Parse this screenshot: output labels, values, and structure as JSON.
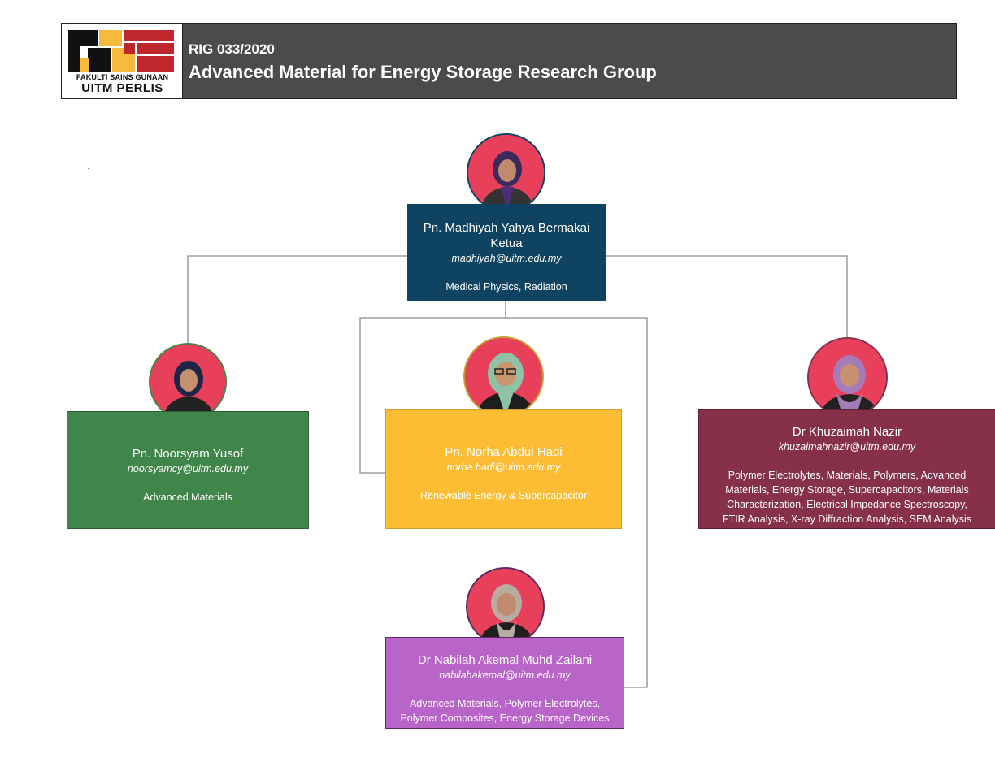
{
  "header": {
    "code": "RIG 033/2020",
    "title": "Advanced Material for Energy Storage Research Group",
    "logo_line1": "FAKULTI SAINS GUNAAN",
    "logo_line2": "UITM PERLIS"
  },
  "members": {
    "leader": {
      "name": "Pn. Madhiyah Yahya Bermakai",
      "role": "Ketua",
      "email": "madhiyah@uitm.edu.my",
      "area": "Medical Physics, Radiation",
      "color": "#0e4461"
    },
    "noorsyam": {
      "name": "Pn. Noorsyam Yusof",
      "email": "noorsyamcy@uitm.edu.my",
      "area": "Advanced Materials",
      "color": "#40854a"
    },
    "norha": {
      "name": "Pn. Norha Abdul Hadi",
      "email": "norha.hadi@uitm.edu.my",
      "area": "Renewable Energy & Supercapacitor",
      "color": "#fcbd35"
    },
    "khuzaimah": {
      "name": "Dr Khuzaimah Nazir",
      "email": "khuzaimahnazir@uitm.edu.my",
      "area_lines": [
        "Polymer Electrolytes, Materials, Polymers, Advanced",
        "Materials, Energy Storage, Supercapacitors, Materials",
        "Characterization, Electrical Impedance Spectroscopy,",
        "FTIR Analysis, X-ray Diffraction Analysis, SEM Analysis"
      ],
      "color": "#863049"
    },
    "nabilah": {
      "name": "Dr Nabilah Akemal Muhd Zailani",
      "email": "nabilahakemal@uitm.edu.my",
      "area_lines": [
        "Advanced Materials, Polymer Electrolytes,",
        "Polymer Composites, Energy Storage Devices"
      ],
      "color": "#b964c8"
    }
  }
}
